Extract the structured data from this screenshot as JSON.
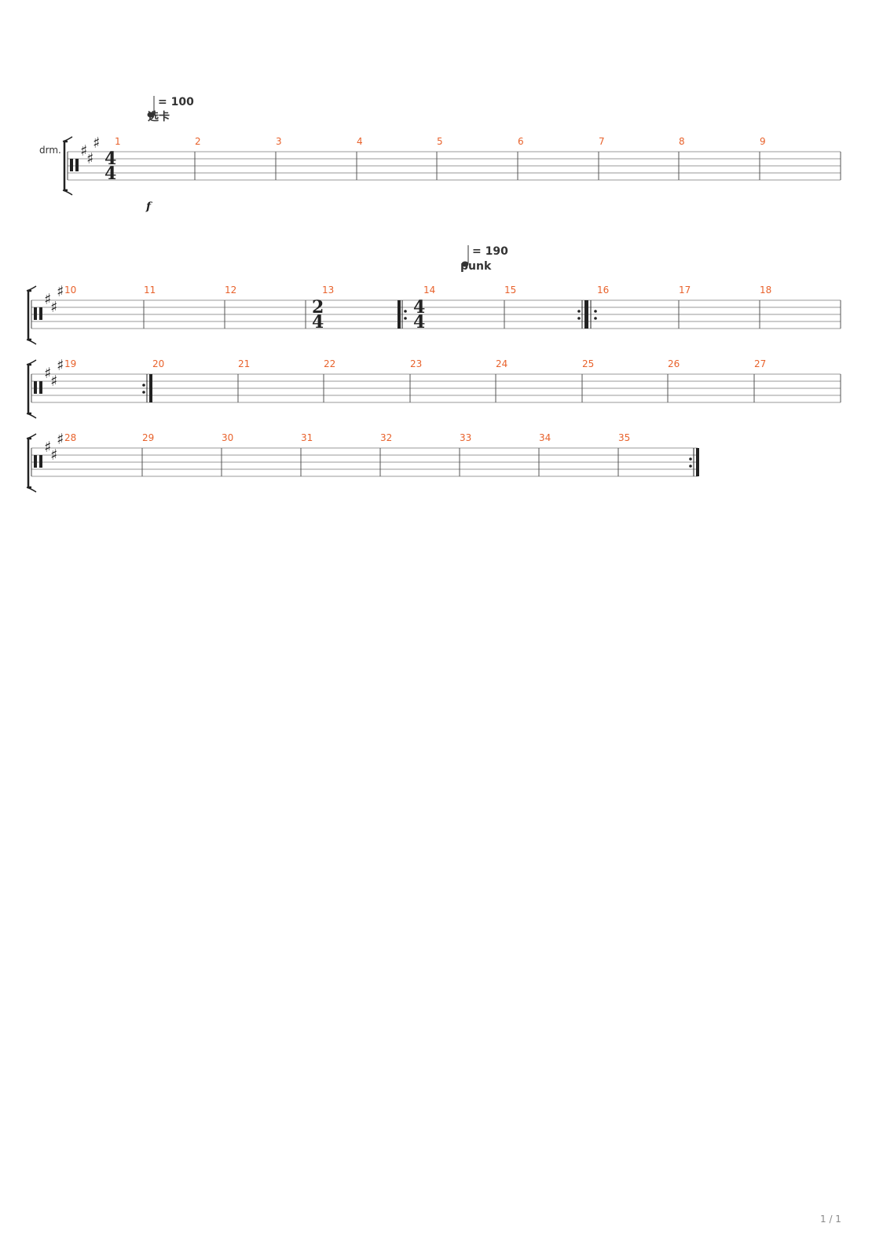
{
  "score": {
    "instrument_label": "drm.",
    "measure_color": "#e8622c",
    "tempo_markings": [
      {
        "id": "tempo-1",
        "value": "= 100",
        "text": "选卡"
      },
      {
        "id": "tempo-2",
        "value": "= 190",
        "text": "punk"
      }
    ],
    "time_signatures": [
      {
        "id": "ts-1",
        "num": "4",
        "den": "4"
      },
      {
        "id": "ts-13",
        "num": "2",
        "den": "4"
      },
      {
        "id": "ts-14",
        "num": "4",
        "den": "4"
      }
    ],
    "dynamic": "f",
    "key_signature": "3 sharps",
    "systems": [
      {
        "measures": [
          "1",
          "2",
          "3",
          "4",
          "5",
          "6",
          "7",
          "8",
          "9"
        ]
      },
      {
        "measures": [
          "10",
          "11",
          "12",
          "13",
          "14",
          "15",
          "16",
          "17",
          "18"
        ]
      },
      {
        "measures": [
          "19",
          "20",
          "21",
          "22",
          "23",
          "24",
          "25",
          "26",
          "27"
        ]
      },
      {
        "measures": [
          "28",
          "29",
          "30",
          "31",
          "32",
          "33",
          "34",
          "35"
        ]
      }
    ]
  },
  "page": {
    "number": "1 / 1"
  }
}
